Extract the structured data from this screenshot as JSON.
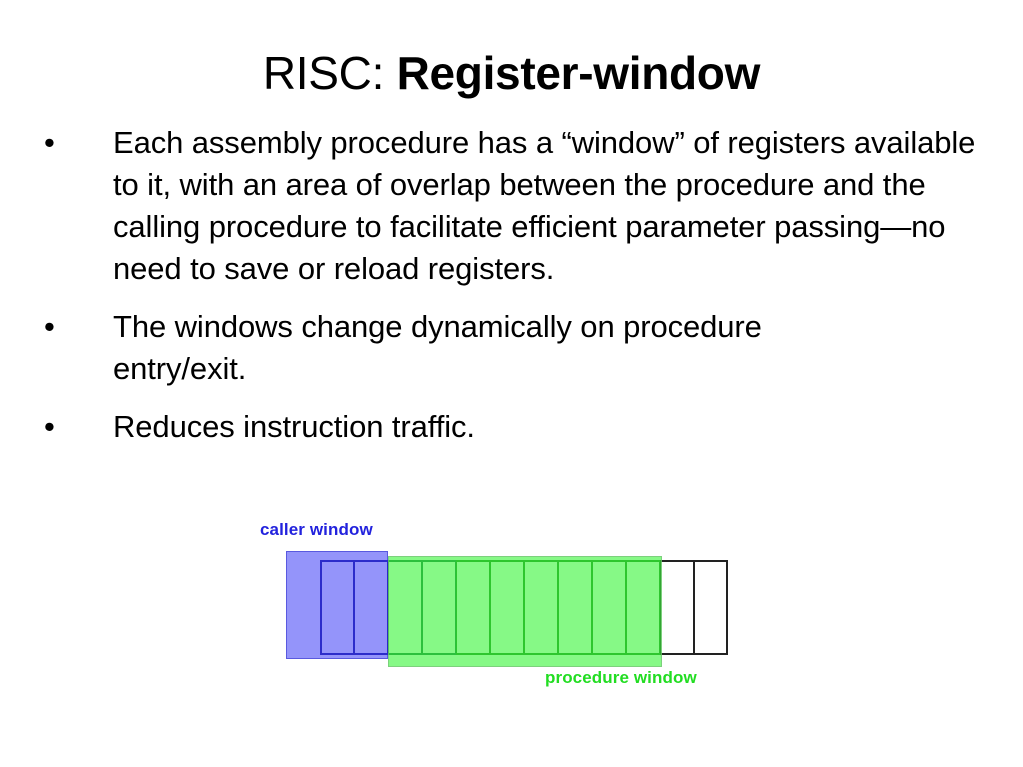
{
  "slide": {
    "title": {
      "normal": "RISC: ",
      "bold": "Register-window"
    },
    "bullets": [
      {
        "marker": "•",
        "text": "Each assembly procedure has a “window” of registers available to it, with an area of overlap between the procedure and the calling procedure to facilitate efficient parameter passing—no need to save or reload registers."
      },
      {
        "marker": "•",
        "text": "The windows change dynamically on procedure entry/exit."
      },
      {
        "marker": "•",
        "text": "Reduces instruction traffic."
      }
    ],
    "diagram": {
      "caller_window_label": "caller window",
      "procedure_window_label": "procedure window",
      "caller_window_color": "#3c3cf5",
      "procedure_window_color": "#3cf53c",
      "overlap_color": "#44bb77",
      "caller_label_color": "#2222dd",
      "procedure_label_color": "#22dd22",
      "cell_border_color": "#222222",
      "register_cells": [
        {
          "index": 1,
          "zone": "caller"
        },
        {
          "index": 2,
          "zone": "caller"
        },
        {
          "index": 3,
          "zone": "overlap"
        },
        {
          "index": 4,
          "zone": "overlap"
        },
        {
          "index": 5,
          "zone": "procedure"
        },
        {
          "index": 6,
          "zone": "procedure"
        },
        {
          "index": 7,
          "zone": "procedure"
        },
        {
          "index": 8,
          "zone": "procedure"
        },
        {
          "index": 9,
          "zone": "procedure"
        },
        {
          "index": 10,
          "zone": "procedure"
        },
        {
          "index": 11,
          "zone": "free"
        },
        {
          "index": 12,
          "zone": "free"
        }
      ]
    }
  }
}
